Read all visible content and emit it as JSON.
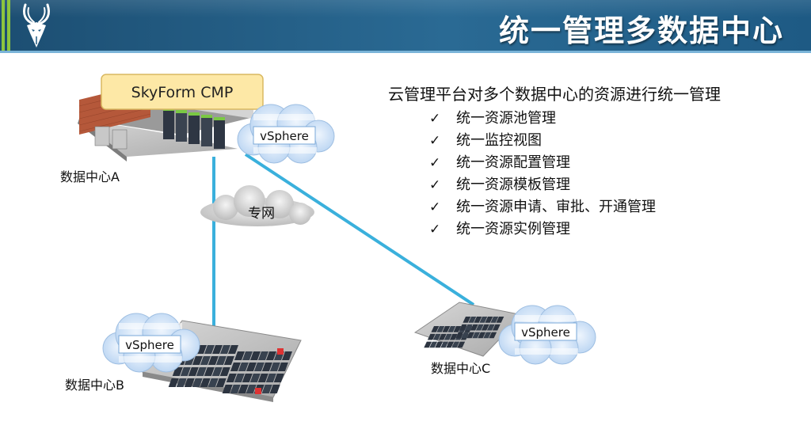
{
  "header": {
    "title": "统一管理多数据中心",
    "logo_icon": "antelope-logo-icon"
  },
  "diagram": {
    "cmp_label": "SkyForm CMP",
    "network_label": "专网",
    "datacenters": [
      {
        "name": "数据中心A",
        "platform": "vSphere"
      },
      {
        "name": "数据中心B",
        "platform": "vSphere"
      },
      {
        "name": "数据中心C",
        "platform": "vSphere"
      }
    ]
  },
  "features": {
    "heading": "云管理平台对多个数据中心的资源进行统一管理",
    "check_icon": "✓",
    "items": [
      "统一资源池管理",
      "统一监控视图",
      "统一资源配置管理",
      "统一资源模板管理",
      "统一资源申请、审批、开通管理",
      "统一资源实例管理"
    ]
  },
  "colors": {
    "header_bg": "#1f5a82",
    "accent_green": "#8dc63f",
    "link_line": "#3ab0dc",
    "cmp_box_fill": "#fde8a6",
    "cloud_fill": "#cfe2f7"
  }
}
